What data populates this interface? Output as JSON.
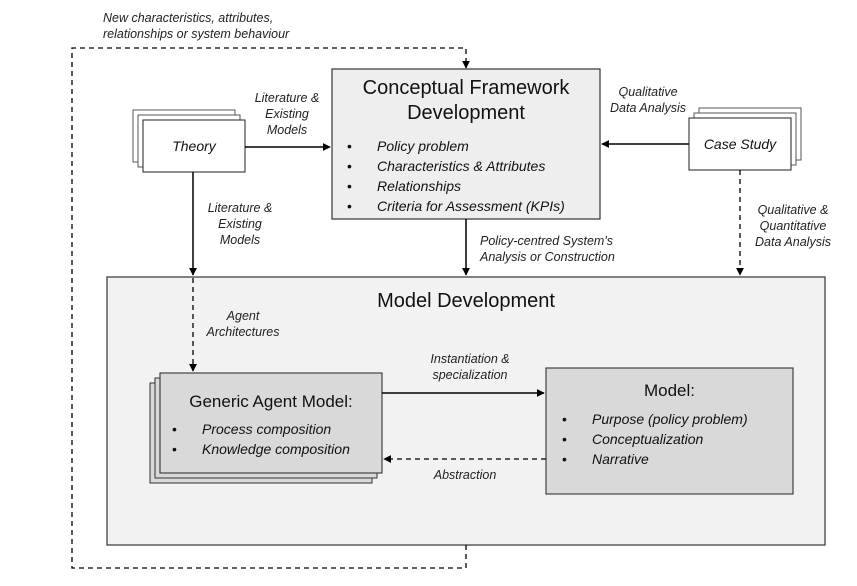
{
  "top_label": "New characteristics, attributes, relationships or system behaviour",
  "theory": {
    "label": "Theory"
  },
  "case_study": {
    "label": "Case Study"
  },
  "conceptual": {
    "title": "Conceptual Framework Development",
    "items": [
      "Policy problem",
      "Characteristics & Attributes",
      "Relationships",
      "Criteria for Assessment (KPIs)"
    ]
  },
  "edge_labels": {
    "theory_to_conceptual": "Literature & Existing Models",
    "case_to_conceptual": "Qualitative Data Analysis",
    "theory_down": "Literature & Existing Models",
    "case_down": "Qualitative & Quantitative Data Analysis",
    "conceptual_down": "Policy-centred System's Analysis or Construction",
    "agent_arch": "Agent Architectures",
    "instantiation": "Instantiation & specialization",
    "abstraction": "Abstraction"
  },
  "model_development": {
    "title": "Model Development"
  },
  "generic_agent": {
    "title": "Generic Agent Model:",
    "items": [
      "Process composition",
      "Knowledge composition"
    ]
  },
  "model": {
    "title": "Model:",
    "items": [
      "Purpose (policy problem)",
      "Conceptualization",
      "Narrative"
    ]
  },
  "colors": {
    "panel": "#f2f2f2",
    "dark_box": "#d9d9d9",
    "conceptual_box": "#eeeeee",
    "stroke": "#000000"
  }
}
